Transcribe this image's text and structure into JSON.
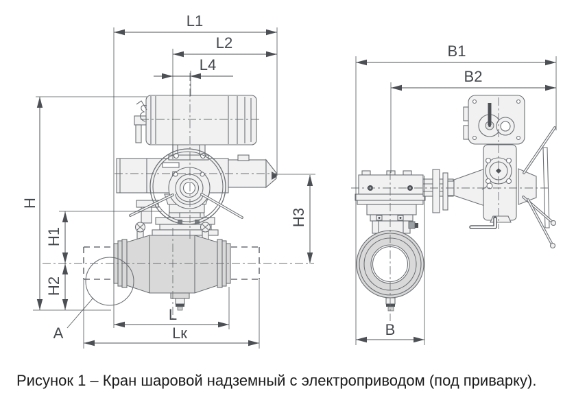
{
  "figure": {
    "caption": "Рисунок 1 – Кран шаровой надземный с электроприводом (под приварку).",
    "labels": {
      "l1": "L1",
      "l2": "L2",
      "l4": "L4",
      "l": "L",
      "lk": "Lк",
      "h": "H",
      "h1": "H1",
      "h2": "H2",
      "h3": "H3",
      "b1": "B1",
      "b2": "B2",
      "b": "B",
      "detail": "A"
    }
  },
  "colors": {
    "line": "#6b6f73",
    "dim": "#4c5054",
    "dark": "#4e5256",
    "fill_light": "#f1f1f1",
    "fill_body": "#d9d9d9",
    "text": "#44484c",
    "caption": "#1b1b1b",
    "bg": "#ffffff"
  }
}
